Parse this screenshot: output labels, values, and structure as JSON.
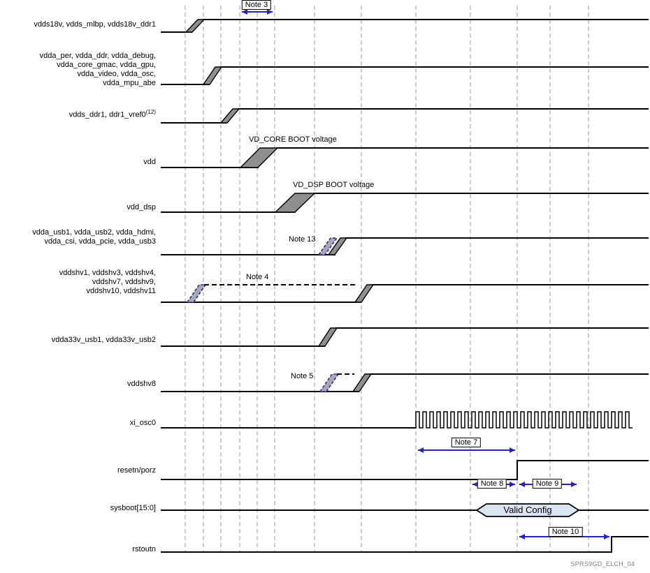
{
  "watermark": "SPRS9GD_ELCH_04",
  "signals": [
    {
      "label": "vdds18v, vdds_mlbp, vdds18v_ddr1"
    },
    {
      "label": "vdda_per, vdda_ddr, vdda_debug,\nvdda_core_gmac, vdda_gpu,\nvdda_video, vdda_osc,\nvdda_mpu_abe"
    },
    {
      "label": "vdds_ddr1, ddr1_vref0",
      "label_sup": "(12)"
    },
    {
      "label": "vdd"
    },
    {
      "label": "vdd_dsp"
    },
    {
      "label": "vdda_usb1, vdda_usb2, vdda_hdmi,\nvdda_csi, vdda_pcie, vdda_usb3"
    },
    {
      "label": "vddshv1, vddshv3, vddshv4,\nvddshv7, vddshv9,\nvddshv10, vddshv11"
    },
    {
      "label": "vdda33v_usb1, vdda33v_usb2"
    },
    {
      "label": "vddshv8"
    },
    {
      "label": "xi_osc0"
    },
    {
      "label": "resetn/porz"
    },
    {
      "label": "sysboot[15:0]"
    },
    {
      "label": "rstoutn"
    }
  ],
  "annotations": {
    "vd_core": "VD_CORE BOOT voltage",
    "vd_dsp": "VD_DSP BOOT voltage"
  },
  "notes": {
    "note3": "Note 3",
    "note4": "Note 4",
    "note5": "Note 5",
    "note7": "Note 7",
    "note8": "Note 8",
    "note9": "Note 9",
    "note10": "Note 10",
    "note13": "Note 13"
  },
  "bus": {
    "valid_config": "Valid Config"
  }
}
